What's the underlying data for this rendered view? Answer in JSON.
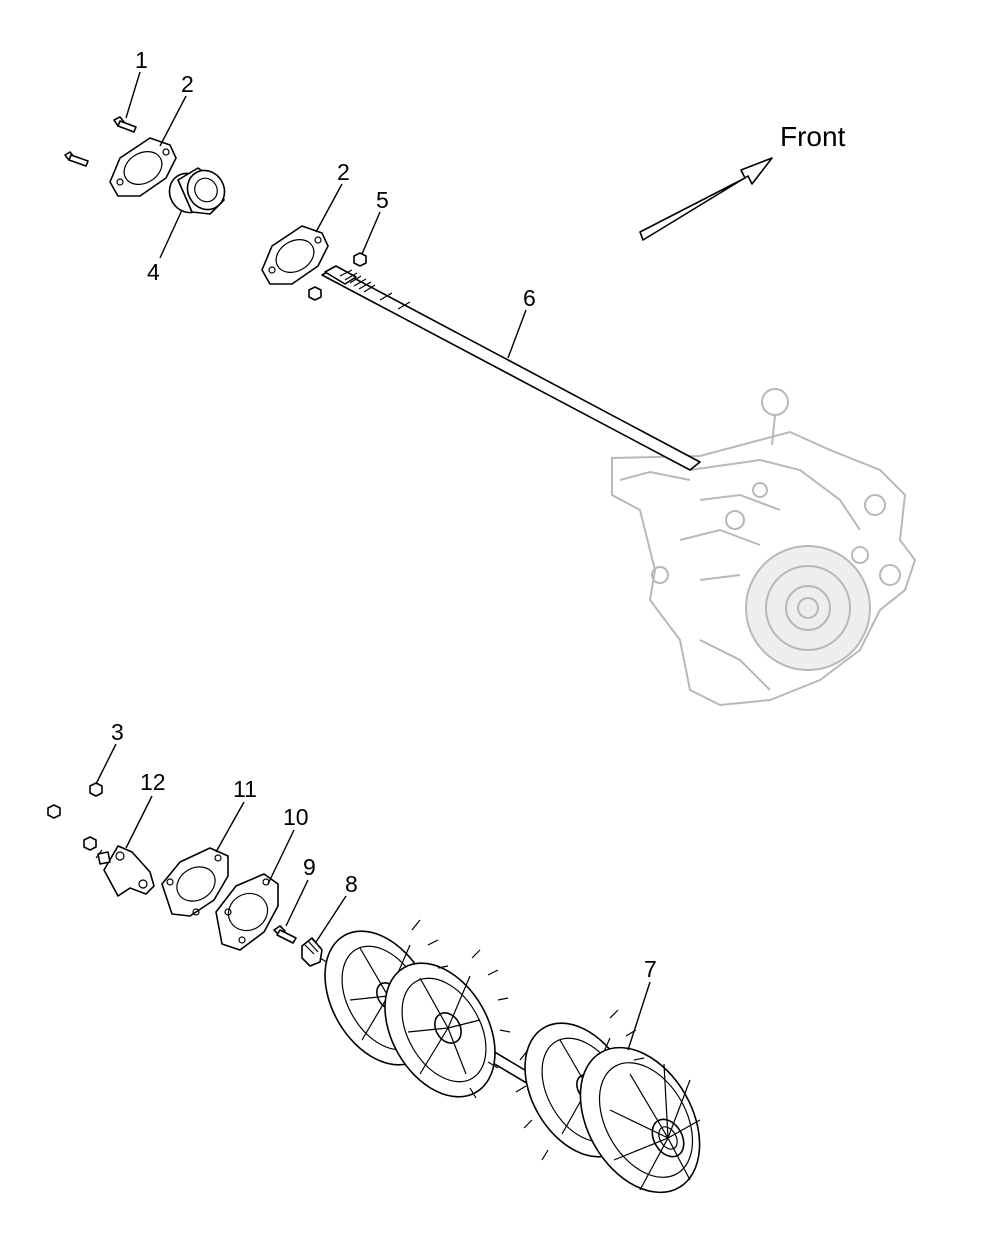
{
  "direction_label": "Front",
  "callouts": [
    {
      "id": "c1",
      "text": "1"
    },
    {
      "id": "c2a",
      "text": "2"
    },
    {
      "id": "c2b",
      "text": "2"
    },
    {
      "id": "c3",
      "text": "3"
    },
    {
      "id": "c4",
      "text": "4"
    },
    {
      "id": "c5",
      "text": "5"
    },
    {
      "id": "c6",
      "text": "6"
    },
    {
      "id": "c7",
      "text": "7"
    },
    {
      "id": "c8",
      "text": "8"
    },
    {
      "id": "c9",
      "text": "9"
    },
    {
      "id": "c10",
      "text": "10"
    },
    {
      "id": "c11",
      "text": "11"
    },
    {
      "id": "c12",
      "text": "12"
    }
  ],
  "colors": {
    "line": "#000000",
    "ghost": "#b8b8b8",
    "background": "#ffffff"
  }
}
